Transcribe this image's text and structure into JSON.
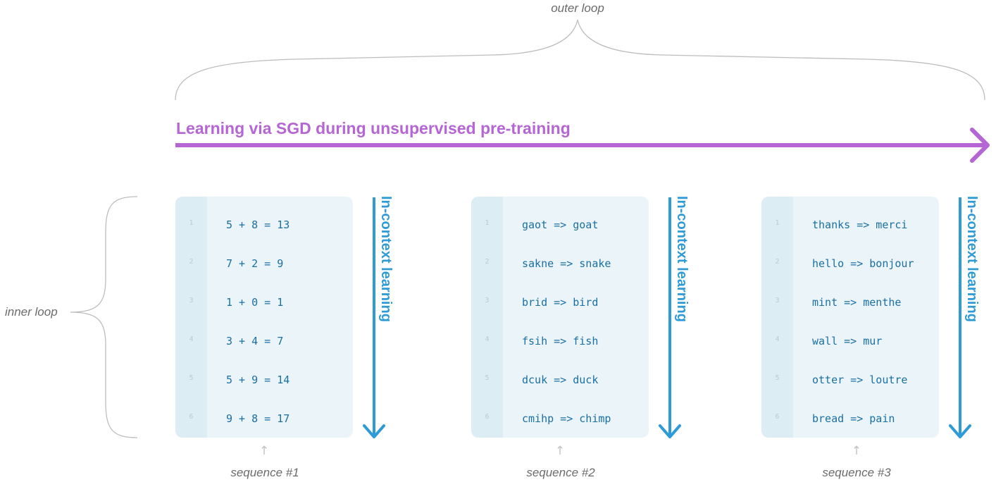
{
  "outer_loop_label": "outer loop",
  "inner_loop_label": "inner loop",
  "sgd_label": "Learning via SGD during unsupervised pre-training",
  "in_context_label": "In-context learning",
  "colors": {
    "sgd": "#b565d4",
    "in_context": "#2f9bd6",
    "brace": "#bdbdbd",
    "panel_bg": "#ebf4f8",
    "gutter_bg": "#ddedf4",
    "code_text": "#1a6fa3"
  },
  "icons": {
    "sequence_pointer": "↑"
  },
  "sequences": [
    {
      "label": "sequence #1",
      "lines": [
        {
          "n": "1",
          "text": "5 + 8 = 13"
        },
        {
          "n": "2",
          "text": "7 + 2 = 9"
        },
        {
          "n": "3",
          "text": "1 + 0 = 1"
        },
        {
          "n": "4",
          "text": "3 + 4 = 7"
        },
        {
          "n": "5",
          "text": "5 + 9 = 14"
        },
        {
          "n": "6",
          "text": "9 + 8 = 17"
        }
      ]
    },
    {
      "label": "sequence #2",
      "lines": [
        {
          "n": "1",
          "text": "gaot => goat"
        },
        {
          "n": "2",
          "text": "sakne => snake"
        },
        {
          "n": "3",
          "text": "brid => bird"
        },
        {
          "n": "4",
          "text": "fsih => fish"
        },
        {
          "n": "5",
          "text": "dcuk => duck"
        },
        {
          "n": "6",
          "text": "cmihp => chimp"
        }
      ]
    },
    {
      "label": "sequence #3",
      "lines": [
        {
          "n": "1",
          "text": "thanks => merci"
        },
        {
          "n": "2",
          "text": "hello => bonjour"
        },
        {
          "n": "3",
          "text": "mint => menthe"
        },
        {
          "n": "4",
          "text": "wall => mur"
        },
        {
          "n": "5",
          "text": "otter => loutre"
        },
        {
          "n": "6",
          "text": "bread => pain"
        }
      ]
    }
  ]
}
